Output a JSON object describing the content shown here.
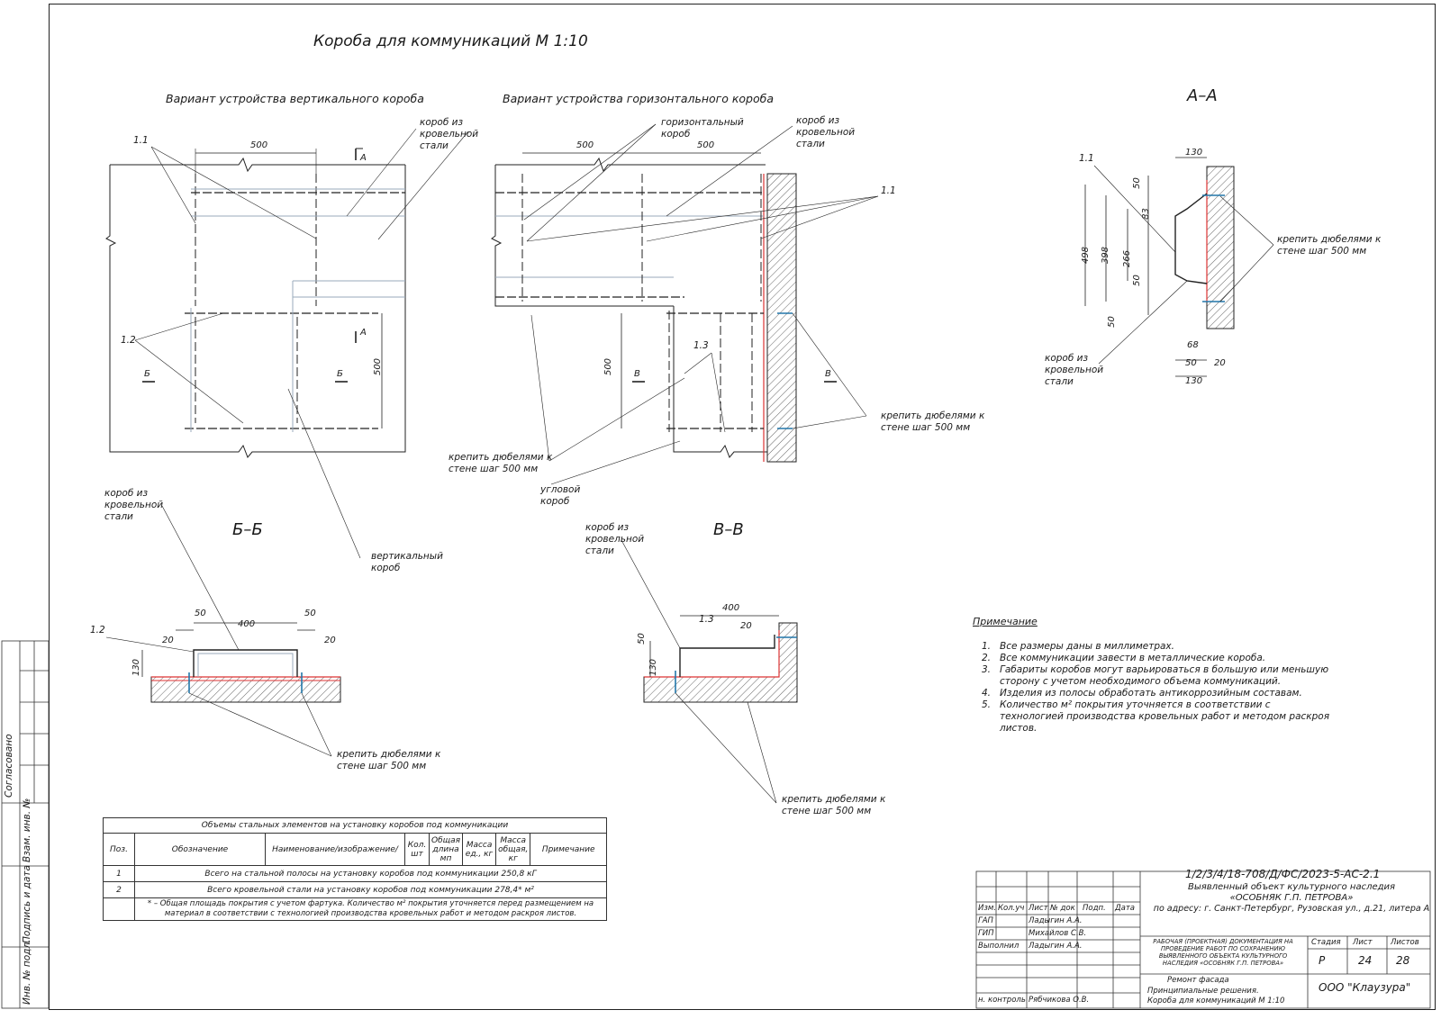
{
  "title": "Короба для коммуникаций  М 1:10",
  "variant_vertical": "Вариант устройства вертикального короба",
  "variant_horizontal": "Вариант устройства горизонтального короба",
  "section_aa": "А–А",
  "section_bb": "Б–Б",
  "section_vv": "В–В",
  "labels": {
    "box_steel_1": "короб из кровельной стали",
    "box_steel_2": "короб из кровельной стали",
    "box_steel_3": "короб из кровельной стали",
    "box_steel_4": "короб из кровельной стали",
    "box_steel_5": "короб из кровельной стали",
    "horiz_box": "горизонтальный короб",
    "vert_box": "вертикальный короб",
    "corner_box": "угловой короб",
    "fix_1": "крепить дюбелями к стене шаг 500 мм",
    "fix_2": "крепить дюбелями к стене шаг 500 мм",
    "fix_3": "крепить дюбелями к стене шаг 500 мм",
    "fix_4": "крепить дюбелями к стене шаг 500 мм",
    "fix_5": "крепить дюбелями к стене шаг 500 мм",
    "mark_11a": "1.1",
    "mark_11b": "1.1",
    "mark_11c": "1.1",
    "mark_12a": "1.2",
    "mark_12b": "1.2",
    "mark_13a": "1.3",
    "mark_13b": "1.3",
    "cut_a1": "А",
    "cut_a2": "А",
    "cut_b1": "Б",
    "cut_b2": "Б",
    "cut_v1": "В",
    "cut_v2": "В"
  },
  "dims": {
    "d500a": "500",
    "d500b": "500",
    "d500c": "500",
    "d500d": "500",
    "d500e": "500",
    "d130a": "130",
    "d130b": "130",
    "d50a": "50",
    "d83": "83",
    "d498": "498",
    "d398": "398",
    "d266": "266",
    "d50b": "50",
    "d50c": "50",
    "d68": "68",
    "d50d": "50",
    "d20a": "20",
    "bb_50a": "50",
    "bb_400": "400",
    "bb_50b": "50",
    "bb_20a": "20",
    "bb_20b": "20",
    "bb_130": "130",
    "vv_400": "400",
    "vv_20": "20",
    "vv_50": "50",
    "vv_130": "130"
  },
  "notes": {
    "heading": "Примечание",
    "items": [
      {
        "n": "1.",
        "t": "Все размеры даны в миллиметрах."
      },
      {
        "n": "2.",
        "t": "Все коммуникации завести в металлические короба."
      },
      {
        "n": "3.",
        "t": "Габариты коробов могут варьироваться в большую или меньшую сторону с учетом необходимого объема коммуникаций."
      },
      {
        "n": "4.",
        "t": "Изделия из полосы обработать антикоррозийным составам."
      },
      {
        "n": "5.",
        "t": "Количество м² покрытия уточняется в соответствии с технологией производства кровельных работ и методом раскроя    листов."
      }
    ]
  },
  "spec_table": {
    "title": "Объемы стальных элементов на установку коробов под коммуникации",
    "headers": [
      "Поз.",
      "Обозначение",
      "Наименование/изображение/",
      "Кол. шт",
      "Общая длина мп",
      "Масса ед., кг",
      "Масса общая, кг",
      "Примечание"
    ],
    "rows": [
      {
        "pos": "1",
        "text": "Всего на стальной полосы на установку коробов под коммуникации   250,8 кГ"
      },
      {
        "pos": "2",
        "text": "Всего кровельной стали на установку коробов под коммуникации  278,4* м²"
      }
    ],
    "footnote": "* – Общая площадь покрытия с учетом фартука. Количество м² покрытия уточняется перед размещением на материал в соответствии с технологией производства кровельных работ и методом раскроя листов."
  },
  "side_stamp": {
    "agreed": "Согласовано",
    "vzam": "Взам. инв. №",
    "podpis": "Подпись и дата",
    "inv": "Инв. № подл."
  },
  "title_block": {
    "code": "1/2/3/4/18-708/Д/ФС/2023-5-АС-2.1",
    "object_line1": "Выявленный объект культурного наследия",
    "object_line2": "«ОСОБНЯК Г.П. ПЕТРОВА»",
    "address": "по адресу: г. Санкт-Петербург, Рузовская ул., д.21, литера А",
    "hdr_izm": "Изм.",
    "hdr_kol": "Кол.уч",
    "hdr_list": "Лист",
    "hdr_ndok": "№ док",
    "hdr_podp": "Подп.",
    "hdr_data": "Дата",
    "roles": [
      {
        "role": "ГАП",
        "name": "Ладыгин А.А."
      },
      {
        "role": "ГИП",
        "name": "Михайлов С.В."
      },
      {
        "role": "Выполнил",
        "name": "Ладыгин А.А."
      },
      {
        "role": "",
        "name": ""
      },
      {
        "role": "н. контроль",
        "name": "Рябчикова О.В."
      }
    ],
    "doc_desc": "РАБОЧАЯ (ПРОЕКТНАЯ) ДОКУМЕНТАЦИЯ НА ПРОВЕДЕНИЕ РАБОТ ПО СОХРАНЕНИЮ ВЫЯВЛЕННОГО ОБЪЕКТА КУЛЬТУРНОГО НАСЛЕДИЯ «ОСОБНЯК Г.П. ПЕТРОВА»",
    "stage_hdr": "Стадия",
    "sheet_hdr": "Лист",
    "sheets_hdr": "Листов",
    "stage": "Р",
    "sheet": "24",
    "sheets": "28",
    "repair": "Ремонт фасада",
    "principal": "Принципиальные решения.",
    "sheet_title": "Короба для коммуникаций М 1:10",
    "company": "ООО \"Клаузура\""
  }
}
